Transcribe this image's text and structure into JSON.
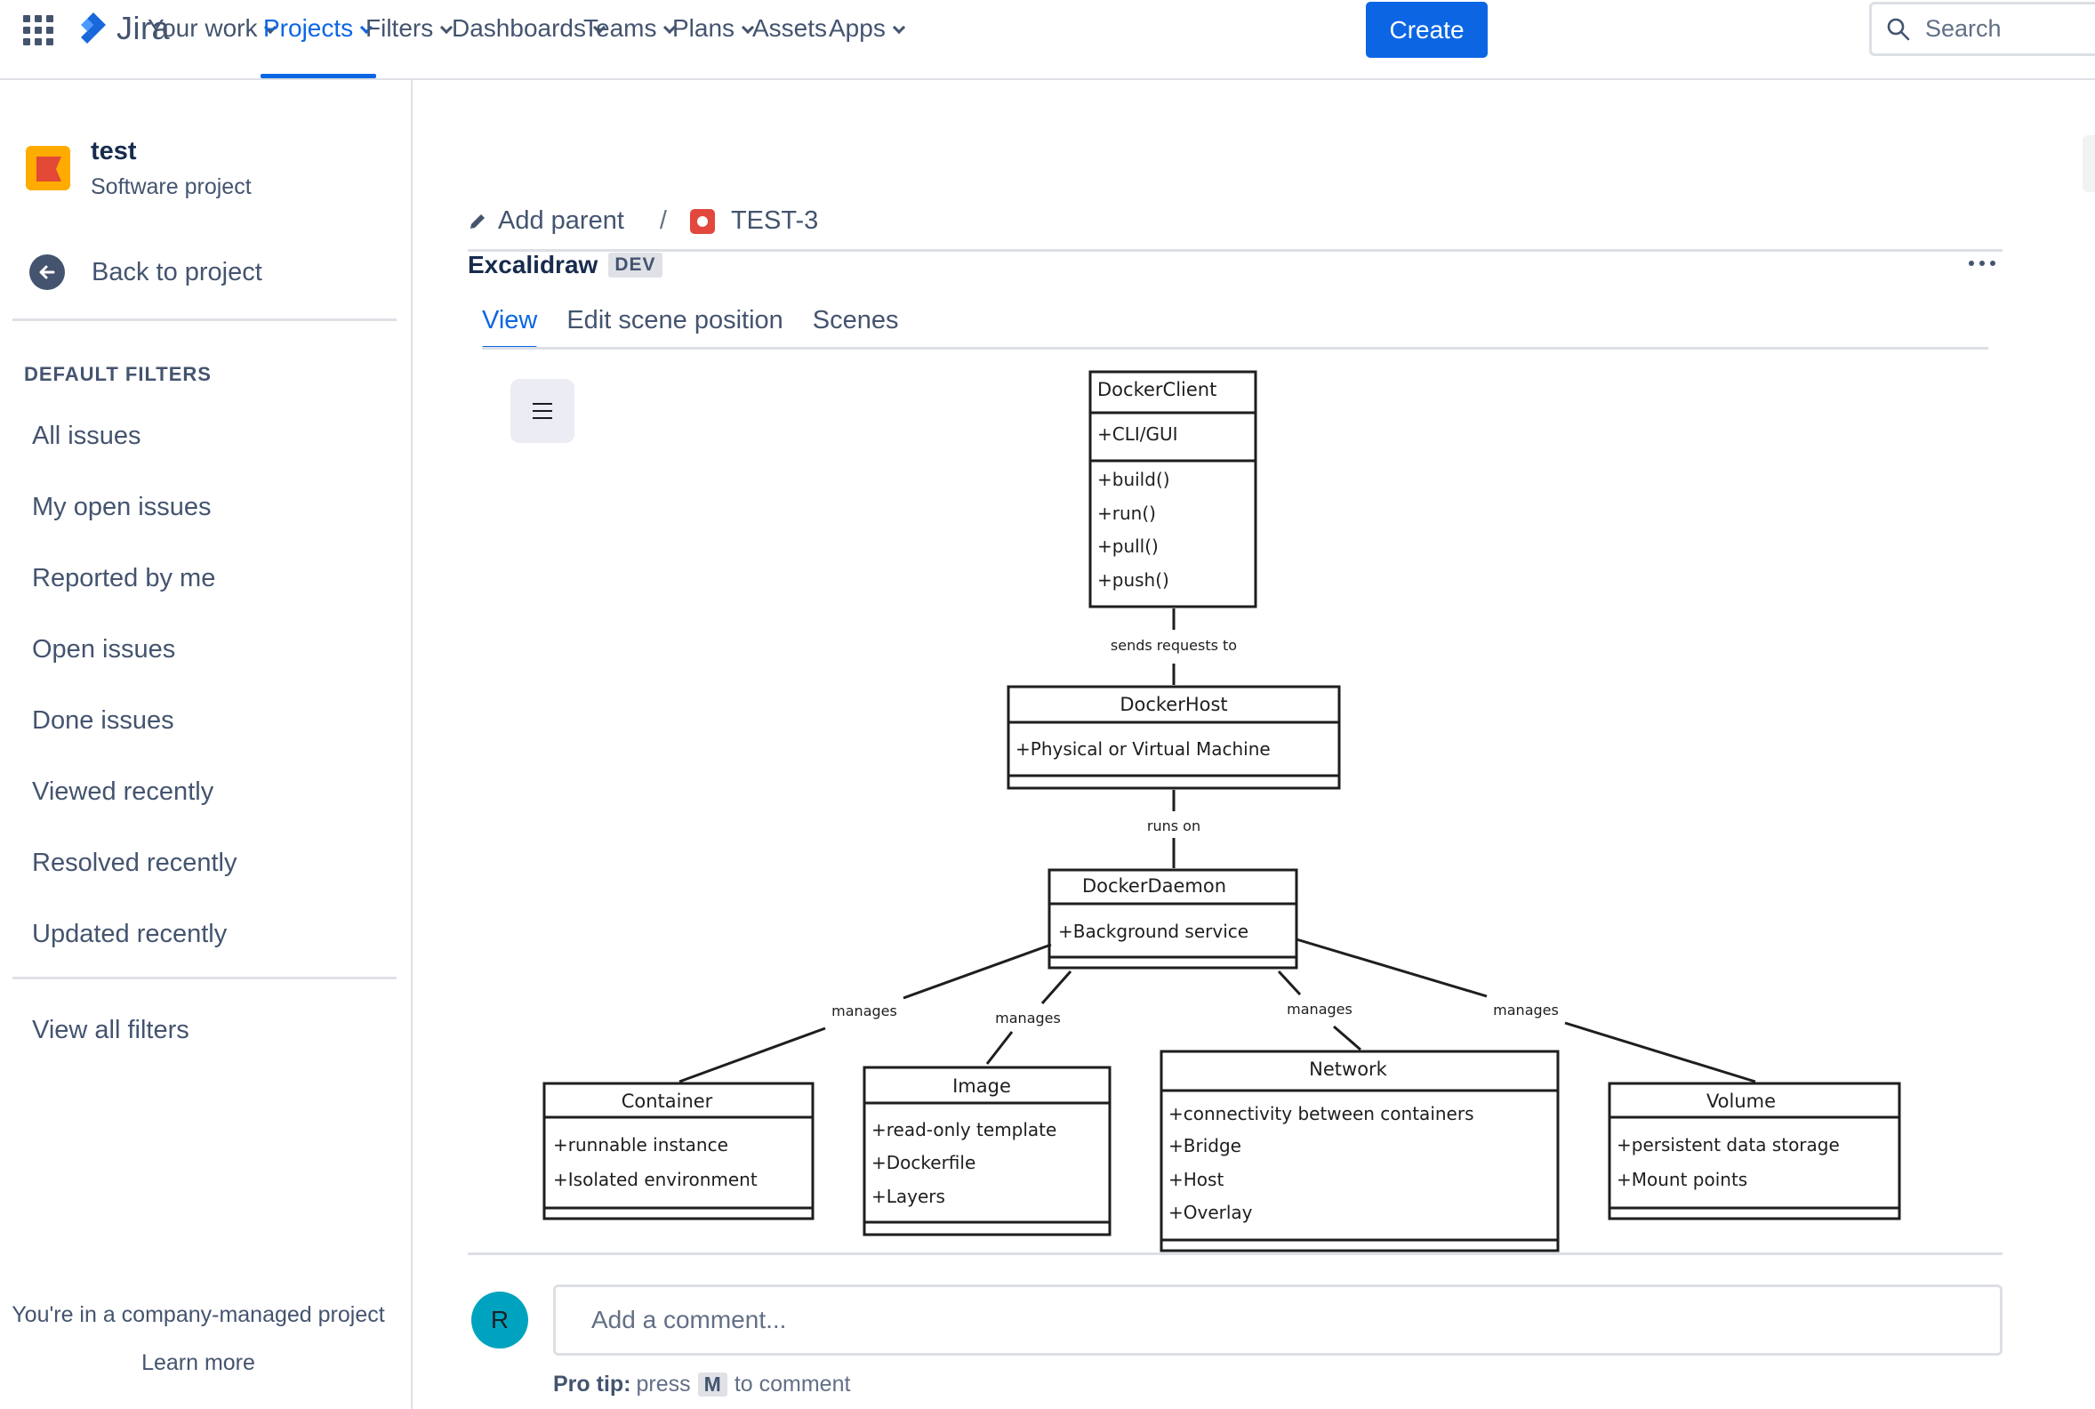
{
  "topnav": {
    "brand": "Jira",
    "items": [
      {
        "label": "Your work",
        "active": false
      },
      {
        "label": "Projects",
        "active": true
      },
      {
        "label": "Filters",
        "active": false
      },
      {
        "label": "Dashboards",
        "active": false
      },
      {
        "label": "Teams",
        "active": false
      },
      {
        "label": "Plans",
        "active": false
      },
      {
        "label": "Assets",
        "active": false
      },
      {
        "label": "Apps",
        "active": false
      }
    ],
    "create_label": "Create",
    "search_placeholder": "Search"
  },
  "sidebar": {
    "project_name": "test",
    "project_type": "Software project",
    "back_label": "Back to project",
    "filters_heading": "DEFAULT FILTERS",
    "filters": [
      "All issues",
      "My open issues",
      "Reported by me",
      "Open issues",
      "Done issues",
      "Viewed recently",
      "Resolved recently",
      "Updated recently"
    ],
    "view_all": "View all filters",
    "footer_text": "You're in a company-managed project",
    "learn_more": "Learn more"
  },
  "breadcrumb": {
    "add_parent": "Add parent",
    "separator": "/",
    "issue_key": "TEST-3"
  },
  "panel": {
    "title": "Excalidraw",
    "badge": "DEV",
    "tabs": [
      {
        "label": "View",
        "active": true
      },
      {
        "label": "Edit scene position",
        "active": false
      },
      {
        "label": "Scenes",
        "active": false
      }
    ]
  },
  "diagram": {
    "classes": {
      "docker_client": {
        "name": "DockerClient",
        "attrs": [
          "+CLI/GUI"
        ],
        "methods": [
          "+build()",
          "+run()",
          "+pull()",
          "+push()"
        ]
      },
      "docker_host": {
        "name": "DockerHost",
        "attrs": [
          "+Physical or Virtual Machine"
        ]
      },
      "docker_daemon": {
        "name": "DockerDaemon",
        "attrs": [
          "+Background service"
        ]
      },
      "container": {
        "name": "Container",
        "attrs": [
          "+runnable instance",
          "+Isolated environment"
        ]
      },
      "image": {
        "name": "Image",
        "attrs": [
          "+read-only template",
          "+Dockerfile",
          "+Layers"
        ]
      },
      "network": {
        "name": "Network",
        "attrs": [
          "+connectivity between containers",
          "+Bridge",
          "+Host",
          "+Overlay"
        ]
      },
      "volume": {
        "name": "Volume",
        "attrs": [
          "+persistent data storage",
          "+Mount points"
        ]
      }
    },
    "relations": {
      "client_host": "sends requests to",
      "host_daemon": "runs on",
      "daemon_container": "manages",
      "daemon_image": "manages",
      "daemon_network": "manages",
      "daemon_volume": "manages"
    }
  },
  "comment": {
    "avatar_initial": "R",
    "placeholder": "Add a comment...",
    "pro_tip_label": "Pro tip:",
    "pro_tip_press": "press",
    "pro_tip_key": "M",
    "pro_tip_suffix": "to comment"
  },
  "colors": {
    "brand_blue": "#0c66e4",
    "project_icon": "#ffab00",
    "issue_icon": "#e2483d",
    "avatar": "#00a3bf"
  }
}
